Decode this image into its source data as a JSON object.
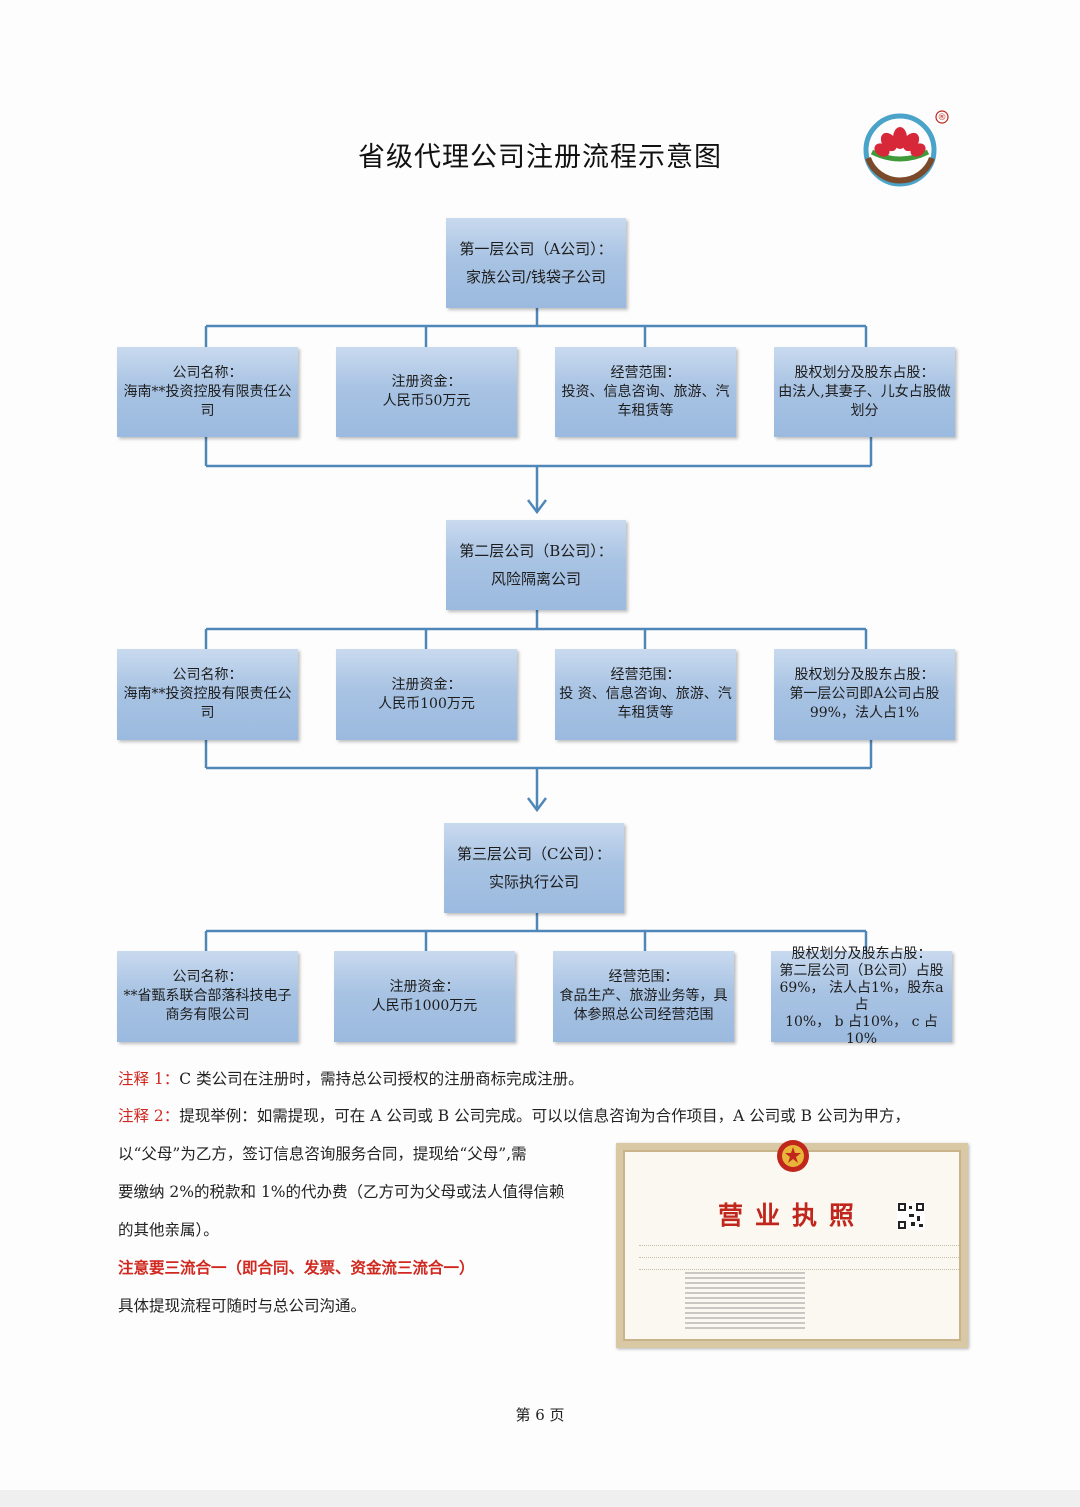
{
  "title": "省级代理公司注册流程示意图",
  "logo": {
    "mark": "®"
  },
  "tiers": [
    {
      "head": [
        "第一层公司（A公司）：",
        "家族公司/钱袋子公司"
      ],
      "boxes": [
        [
          "公司名称：",
          "海南**投资控股有限责任公",
          "司"
        ],
        [
          "注册资金：",
          "人民币50万元"
        ],
        [
          "经营范围：",
          "投资、信息咨询、旅游、汽",
          "车租赁等"
        ],
        [
          "股权划分及股东占股：",
          "由法人,其妻子、儿女占股做",
          "划分"
        ]
      ]
    },
    {
      "head": [
        "第二层公司（B公司）：",
        "风险隔离公司"
      ],
      "boxes": [
        [
          "公司名称：",
          "海南**投资控股有限责任公",
          "司"
        ],
        [
          "注册资金：",
          "人民币100万元"
        ],
        [
          "经营范围：",
          "投 资、信息咨询、旅游、汽",
          "车租赁等"
        ],
        [
          "股权划分及股东占股：",
          "第一层公司即A公司占股",
          "99%，法人占1%"
        ]
      ]
    },
    {
      "head": [
        "第三层公司（C公司）：",
        "实际执行公司"
      ],
      "boxes": [
        [
          "公司名称：",
          "**省甄系联合部落科技电子",
          "商务有限公司"
        ],
        [
          "注册资金：",
          "人民币1000万元"
        ],
        [
          "经营范围：",
          "食品生产、旅游业务等，具",
          "体参照总公司经营范围"
        ],
        [
          "股权划分及股东占股：",
          "第二层公司（B公司）占股",
          "69%， 法人占1%，股东a 占",
          "10%， b 占10%， c 占10%"
        ]
      ]
    }
  ],
  "notes": {
    "note1_label": "注释 1：",
    "note1_text": "C 类公司在注册时，需持总公司授权的注册商标完成注册。",
    "note2_label": "注释 2：",
    "note2_line1": "提现举例：如需提现，可在 A 公司或 B 公司完成。可以以信息咨询为合作项目，A 公司或 B 公司为甲方，",
    "note2_line2": "以“父母”为乙方，签订信息咨询服务合同，提现给“父母”,需",
    "note2_line3": "要缴纳 2%的税款和 1%的代办费（乙方可为父母或法人值得信赖",
    "note2_line4": "的其他亲属）。",
    "warning": "注意要三流合一（即合同、发票、资金流三流合一）",
    "closing": "具体提现流程可随时与总公司沟通。"
  },
  "license": {
    "title": "营业执照"
  },
  "page_number": "第 6 页",
  "colors": {
    "box_blue": "#a8c3e3",
    "connector": "#4f87b8",
    "note_red": "#d0281e"
  }
}
